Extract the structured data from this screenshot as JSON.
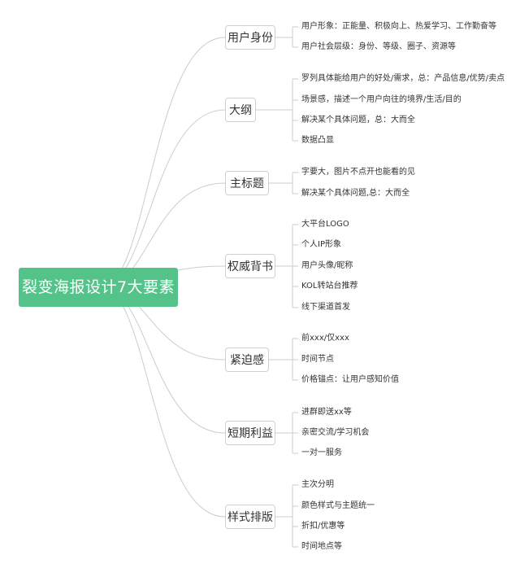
{
  "root": {
    "label": "裂变海报设计7大要素"
  },
  "colors": {
    "root_fill": "#54c38a",
    "line": "#cccccc",
    "text": "#333333"
  },
  "branches": [
    {
      "label": "用户身份",
      "children": [
        "用户形象：正能量、积极向上、热爱学习、工作勤奋等",
        "用户社会层级：身份、等级、圈子、资源等"
      ]
    },
    {
      "label": "大纲",
      "children": [
        "罗列具体能给用户的好处/需求，总：产品信息/优势/卖点",
        "场景感，描述一个用户向往的境界/生活/目的",
        "解决某个具体问题，总：大而全",
        "数据凸显"
      ]
    },
    {
      "label": "主标题",
      "children": [
        "字要大，图片不点开也能看的见",
        "解决某个具体问题,总：大而全"
      ]
    },
    {
      "label": "权威背书",
      "children": [
        "大平台LOGO",
        "个人IP形象",
        "用户头像/昵称",
        "KOL转站台推荐",
        "线下渠道首发"
      ]
    },
    {
      "label": "紧迫感",
      "children": [
        "前xxx/仅xxx",
        "时间节点",
        "价格锚点：让用户感知价值"
      ]
    },
    {
      "label": "短期利益",
      "children": [
        "进群即送xx等",
        "亲密交流/学习机会",
        "一对一服务"
      ]
    },
    {
      "label": "样式排版",
      "children": [
        "主次分明",
        "颜色样式与主题统一",
        "折扣/优惠等",
        "时间地点等"
      ]
    }
  ]
}
